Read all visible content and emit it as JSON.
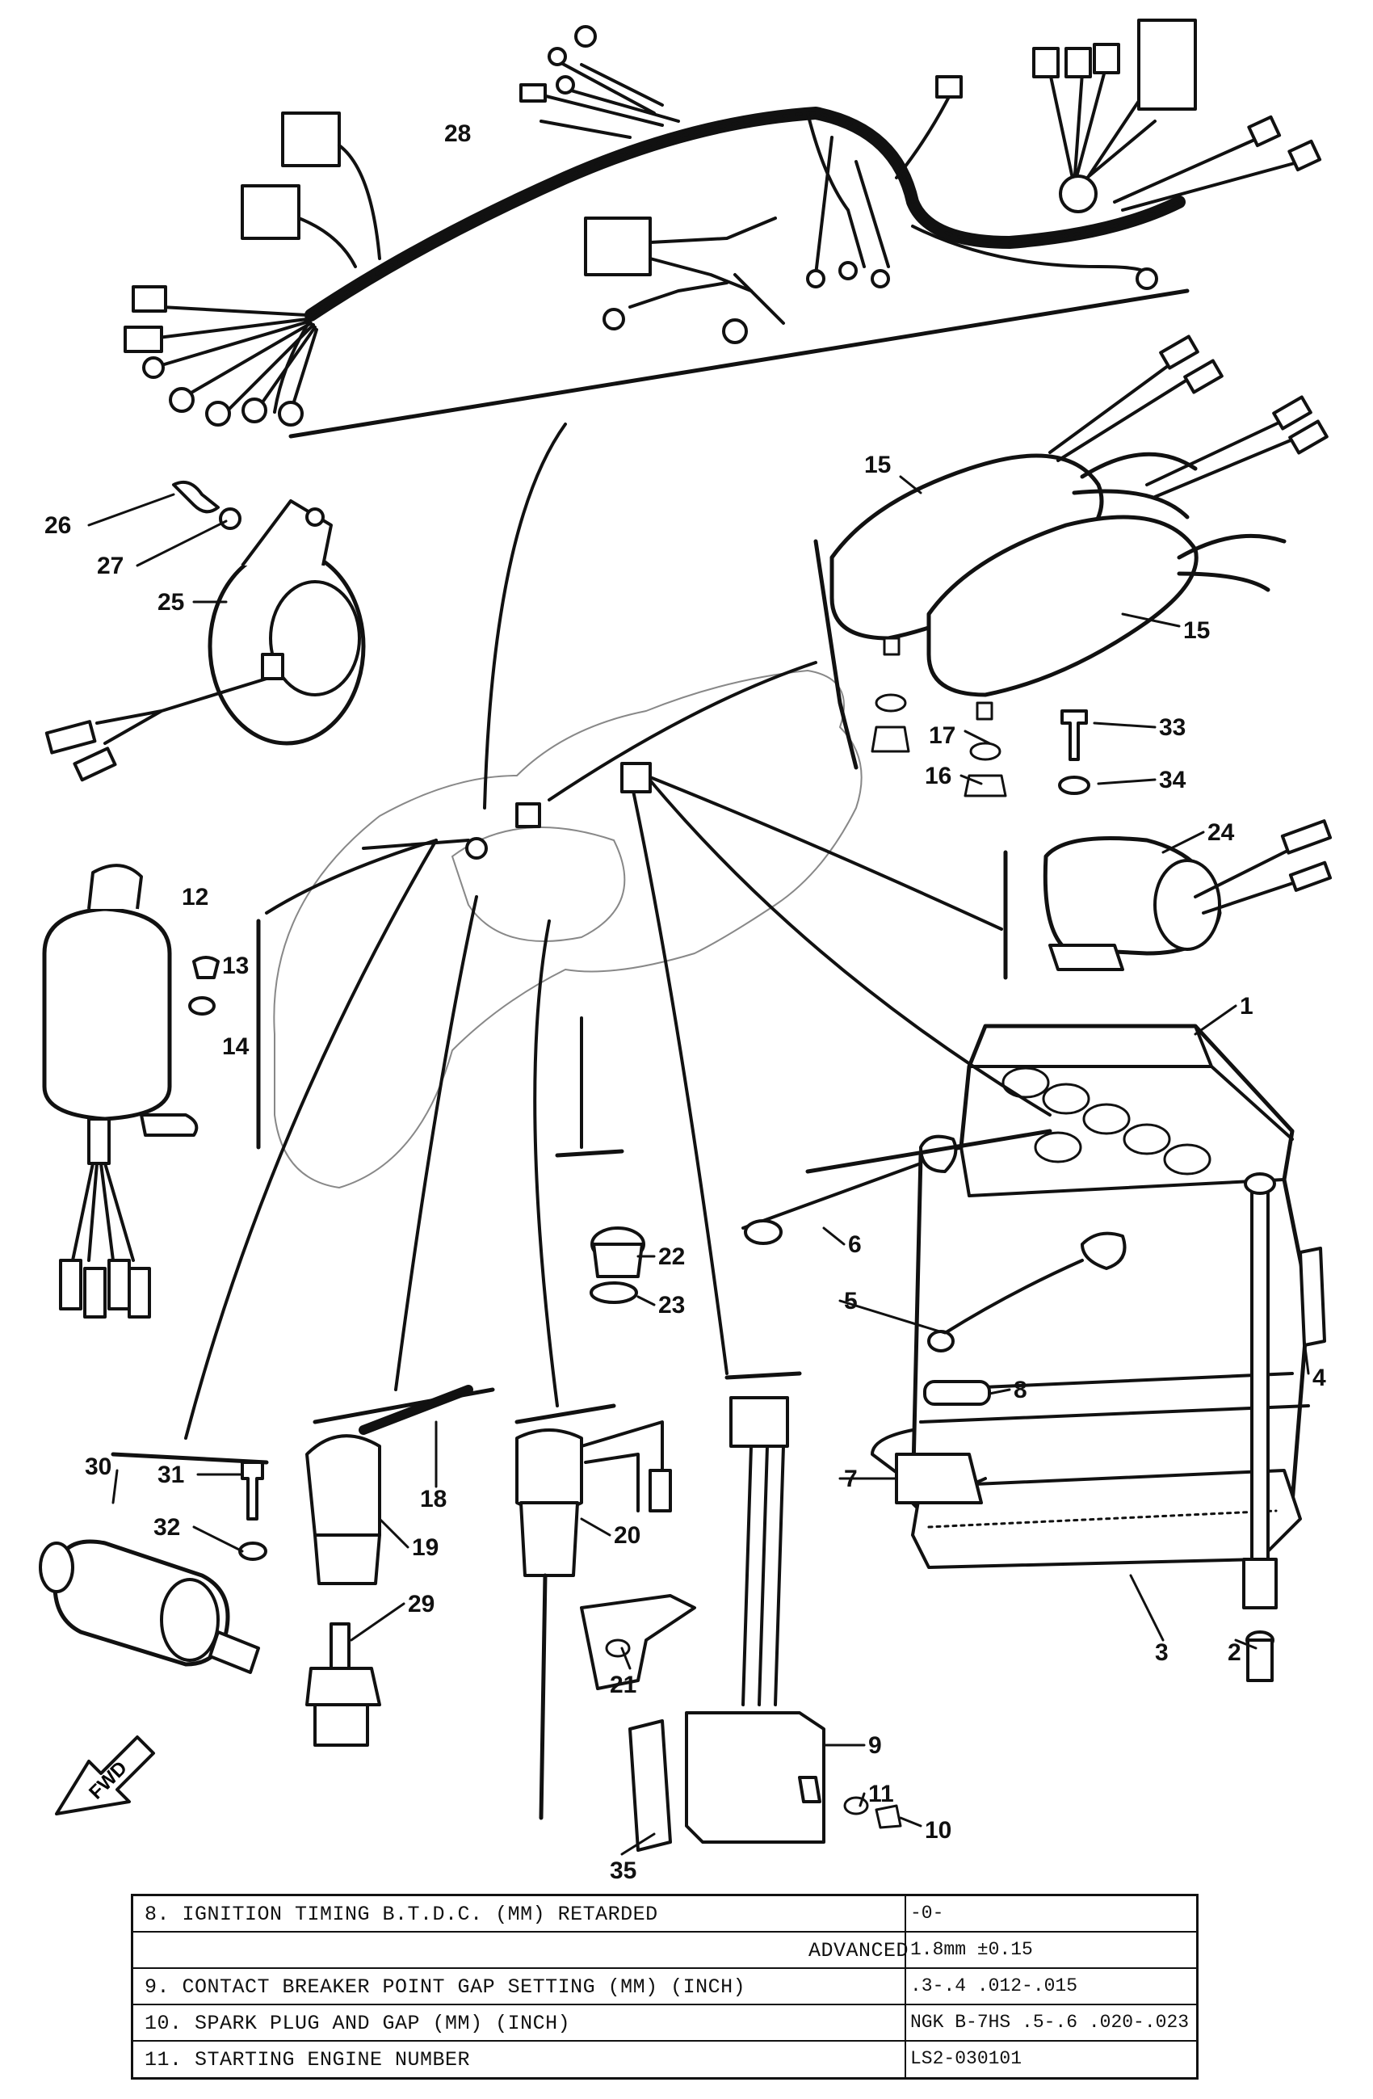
{
  "callouts": {
    "p1": "1",
    "p2": "2",
    "p3": "3",
    "p4": "4",
    "p5": "5",
    "p6": "6",
    "p7": "7",
    "p8": "8",
    "p9": "9",
    "p10": "10",
    "p11": "11",
    "p12": "12",
    "p13": "13",
    "p14": "14",
    "p15a": "15",
    "p15b": "15",
    "p16": "16",
    "p17": "17",
    "p18": "18",
    "p19": "19",
    "p20": "20",
    "p21": "21",
    "p22": "22",
    "p23": "23",
    "p24": "24",
    "p25": "25",
    "p26": "26",
    "p27": "27",
    "p28": "28",
    "p29": "29",
    "p30": "30",
    "p31": "31",
    "p32": "32",
    "p33": "33",
    "p34": "34",
    "p35": "35"
  },
  "fwd_label": "FWD",
  "specs": [
    {
      "label": "8. IGNITION TIMING B.T.D.C. (MM) RETARDED",
      "value": "-0-"
    },
    {
      "label": "ADVANCED",
      "value": "1.8mm ±0.15"
    },
    {
      "label": "9. CONTACT BREAKER POINT GAP SETTING (MM) (INCH)",
      "value": ".3-.4 .012-.015"
    },
    {
      "label": "10. SPARK PLUG AND GAP (MM) (INCH)",
      "value": "NGK B-7HS .5-.6 .020-.023"
    },
    {
      "label": "11. STARTING ENGINE NUMBER",
      "value": "LS2-030101"
    }
  ]
}
